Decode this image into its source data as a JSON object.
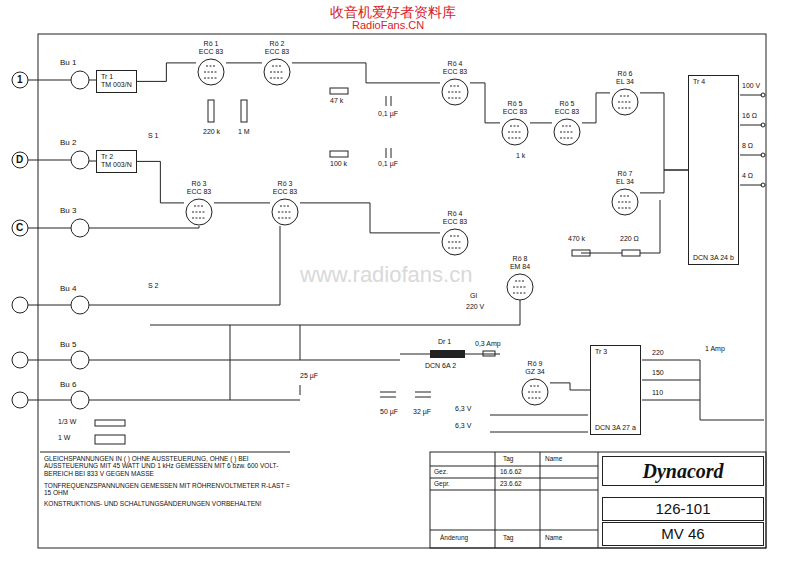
{
  "diagram": {
    "nodes": [
      {
        "text": [
          "Tr 1",
          "TM 003/N"
        ]
      },
      {
        "text": [
          "Tr 2",
          "TM 003/N"
        ]
      },
      {
        "text": [
          "Rö 1",
          "ECC 83"
        ]
      },
      {
        "text": [
          "Rö 2",
          "ECC 83"
        ]
      },
      {
        "text": [
          "Rö 3",
          "ECC 83"
        ]
      },
      {
        "text": [
          "Rö 3",
          "ECC 83"
        ]
      },
      {
        "text": [
          "Rö 4",
          "ECC 83"
        ]
      },
      {
        "text": [
          "Rö 4",
          "ECC 83"
        ]
      },
      {
        "text": [
          "Rö 5",
          "ECC 83"
        ]
      },
      {
        "text": [
          "Rö 5",
          "ECC 83"
        ]
      },
      {
        "text": [
          "Rö 6",
          "EL 34"
        ]
      },
      {
        "text": [
          "Rö 7",
          "EL 34"
        ]
      },
      {
        "text": [
          "Rö 8",
          "EM 84"
        ]
      },
      {
        "text": [
          "Rö 9",
          "GZ 34"
        ]
      },
      {
        "text": [
          "Tr 4",
          "DCN 3A 24 b"
        ]
      },
      {
        "text": [
          "Tr 3",
          "DCN 3A 27 a"
        ]
      },
      {
        "text": [
          "Dynacord"
        ]
      },
      {
        "text": [
          "126-101"
        ]
      },
      {
        "text": [
          "MV 46"
        ]
      }
    ],
    "edges": [
      {
        "from": 0,
        "to": 2,
        "arrow": "none"
      },
      {
        "from": 2,
        "to": 3,
        "arrow": "none"
      },
      {
        "from": 1,
        "to": 4,
        "arrow": "none"
      },
      {
        "from": 4,
        "to": 5,
        "arrow": "none"
      },
      {
        "from": 3,
        "to": 6,
        "arrow": "none"
      },
      {
        "from": 5,
        "to": 7,
        "arrow": "none"
      },
      {
        "from": 6,
        "to": 8,
        "arrow": "none"
      },
      {
        "from": 8,
        "to": 9,
        "arrow": "none"
      },
      {
        "from": 9,
        "to": 10,
        "arrow": "none"
      },
      {
        "from": 10,
        "to": 14,
        "arrow": "none"
      },
      {
        "from": 11,
        "to": 14,
        "arrow": "none"
      },
      {
        "from": 15,
        "to": 13,
        "arrow": "none"
      }
    ],
    "labels": [
      "收音机爱好者资料库",
      "RadioFans.CN",
      "www.radiofans.cn",
      "Bu 1",
      "Bu 2",
      "Bu 3",
      "Bu 4",
      "Bu 5",
      "Bu 6",
      "1",
      "D",
      "C",
      "1/3 W",
      "1 W",
      "GLEICHSPANNUNGEN IN ( ) OHNE AUSSTEUERUNG, OHNE ( ) BEI AUSSTEUERUNG MIT 45 WATT UND 1 kHz GEMESSEN MIT 6 bzw. 600 VOLT-BEREICH BEI 833 V GEGEN MASSE",
      "TONFREQUENZSPANNUNGEN GEMESSEN MIT RÖHRENVOLTMETER R-LAST = 15 OHM",
      "KONSTRUKTIONS- UND SCHALTUNGSÄNDERUNGEN VORBEHALTEN!",
      "Tag",
      "Name",
      "Gez.",
      "16.6.62",
      "Gepr.",
      "23.6.62",
      "Änderung",
      "Tag",
      "Name",
      "Gl",
      "220 V",
      "Dr 1",
      "DCN 6A 2",
      "0,3 Amp",
      "1 Amp",
      "220",
      "150",
      "110",
      "6,3 V",
      "6,3 V",
      "100 V",
      "16 Ω",
      "8 Ω",
      "4 Ω",
      "S 1",
      "S 2",
      "220 k",
      "1 M",
      "47 k",
      "0,1 µF",
      "100 k",
      "0,1 µF",
      "25 µF",
      "50 µF",
      "32 µF",
      "1 k",
      "470 k",
      "220 Ω"
    ]
  }
}
